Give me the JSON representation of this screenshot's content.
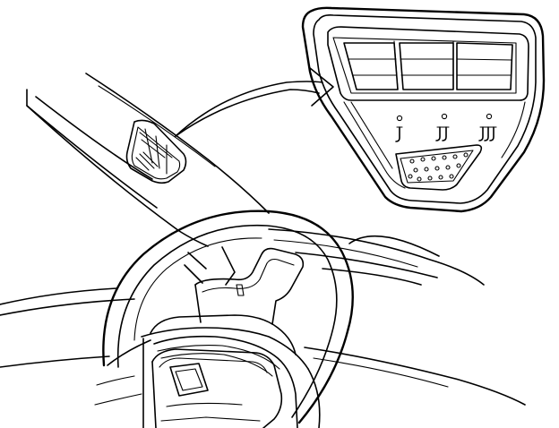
{
  "diagram": {
    "ink_color": "#000000",
    "background_color": "#ffffff",
    "elements": [
      "a-pillar",
      "dashboard",
      "steering-wheel",
      "steering-column",
      "horn-pad",
      "pillar-mounted-switch-panel",
      "callout-arrow",
      "switch-panel-detail"
    ],
    "switch_panel": {
      "button_count": 3,
      "indicator_count": 3,
      "speaker_grille_holes": 16
    }
  }
}
